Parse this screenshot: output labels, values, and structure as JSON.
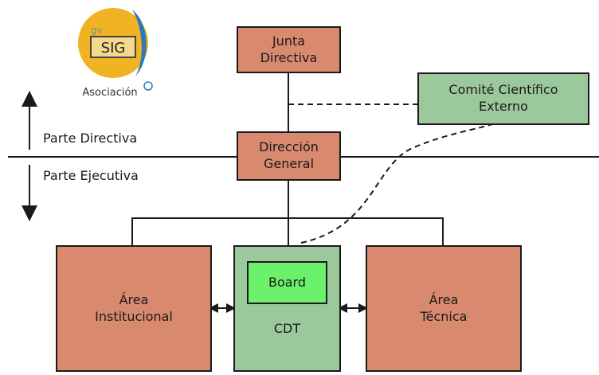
{
  "labels": {
    "directive_part": "Parte Directiva",
    "executive_part": "Parte Ejecutiva"
  },
  "logo": {
    "text": "SIG",
    "prefix": "gv",
    "subtitle": "Asociación"
  },
  "nodes": {
    "junta": "Junta\nDirectiva",
    "comite": "Comité Científico\nExterno",
    "direccion": "Dirección\nGeneral",
    "area_institucional": "Área\nInstitucional",
    "cdt": "CDT",
    "board": "Board",
    "area_tecnica": "Área\nTécnica"
  },
  "colors": {
    "orange_box": "#d98a6e",
    "green_box": "#9cc99b",
    "board_box": "#6cf16c",
    "logo_gold": "#efb324",
    "logo_blue": "#2f78b8"
  }
}
